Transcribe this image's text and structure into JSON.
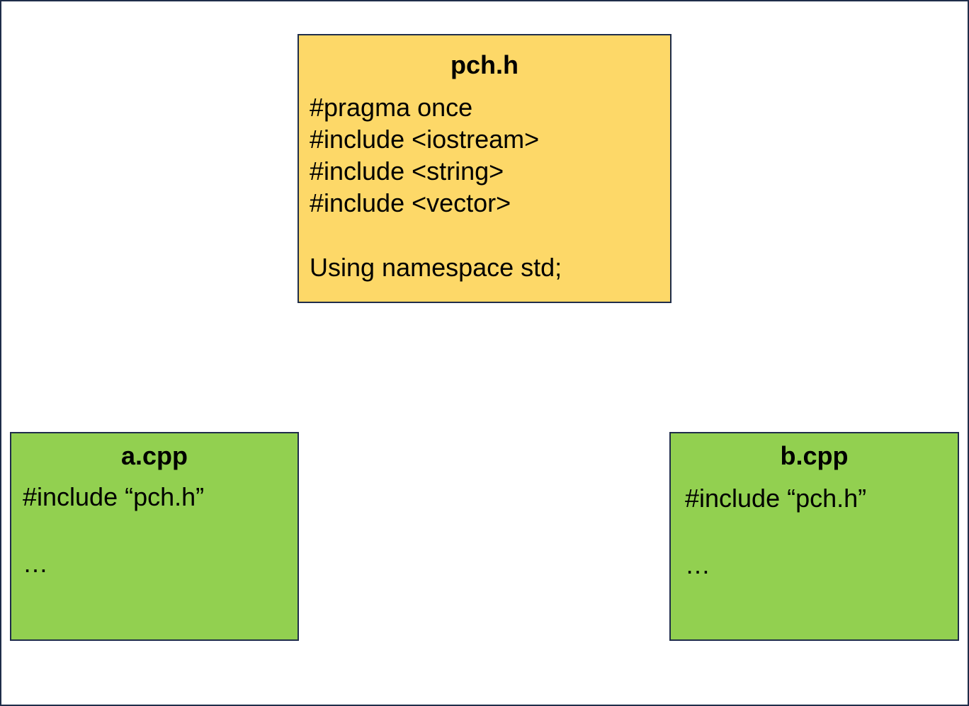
{
  "colors": {
    "border": "#1f2d4a",
    "header_fill": "#fdd868",
    "source_fill": "#92d050",
    "background": "#ffffff"
  },
  "header_file": {
    "title": "pch.h",
    "lines": [
      "#pragma once",
      "#include <iostream>",
      "#include <string>",
      "#include <vector>",
      "Using namespace std;"
    ]
  },
  "source_files": [
    {
      "title": "a.cpp",
      "lines": [
        "#include “pch.h”",
        "…"
      ]
    },
    {
      "title": "b.cpp",
      "lines": [
        "#include “pch.h”",
        "…"
      ]
    }
  ]
}
